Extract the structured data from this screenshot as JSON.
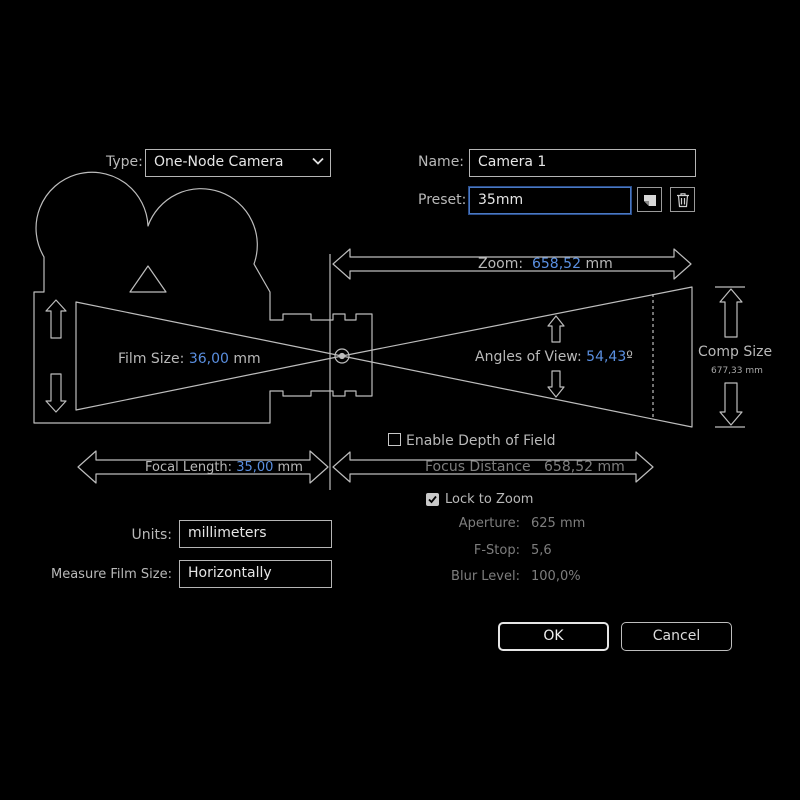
{
  "type": {
    "label": "Type:",
    "value": "One-Node Camera"
  },
  "name": {
    "label": "Name:",
    "value": "Camera 1"
  },
  "preset": {
    "label": "Preset:",
    "value": "35mm"
  },
  "preset_icons": {
    "save": "save-preset-icon",
    "delete": "trash-icon"
  },
  "zoom": {
    "label": "Zoom:",
    "value": "658,52",
    "unit": "mm"
  },
  "film_size": {
    "label": "Film Size:",
    "value": "36,00",
    "unit": "mm"
  },
  "angle_of_view": {
    "label": "Angles of View:",
    "value": "54,43",
    "unit": "º"
  },
  "comp_size": {
    "label": "Comp Size",
    "value": "677,33 mm"
  },
  "depth_of_field": {
    "label": "Enable Depth of Field",
    "checked": false
  },
  "focal_length": {
    "label": "Focal Length:",
    "value": "35,00",
    "unit": "mm"
  },
  "focus_distance": {
    "label": "Focus Distance",
    "value": "658,52 mm"
  },
  "lock_to_zoom": {
    "label": "Lock to Zoom",
    "checked": true
  },
  "aperture": {
    "label": "Aperture:",
    "value": "625 mm"
  },
  "fstop": {
    "label": "F-Stop:",
    "value": "5,6"
  },
  "blur_level": {
    "label": "Blur Level:",
    "value": "100,0%"
  },
  "units": {
    "label": "Units:",
    "value": "millimeters"
  },
  "measure_film_size": {
    "label": "Measure Film Size:",
    "value": "Horizontally"
  },
  "buttons": {
    "ok": "OK",
    "cancel": "Cancel"
  },
  "colors": {
    "value_blue": "#5a8fe0",
    "line": "#bdbdbd",
    "background": "#000000"
  }
}
